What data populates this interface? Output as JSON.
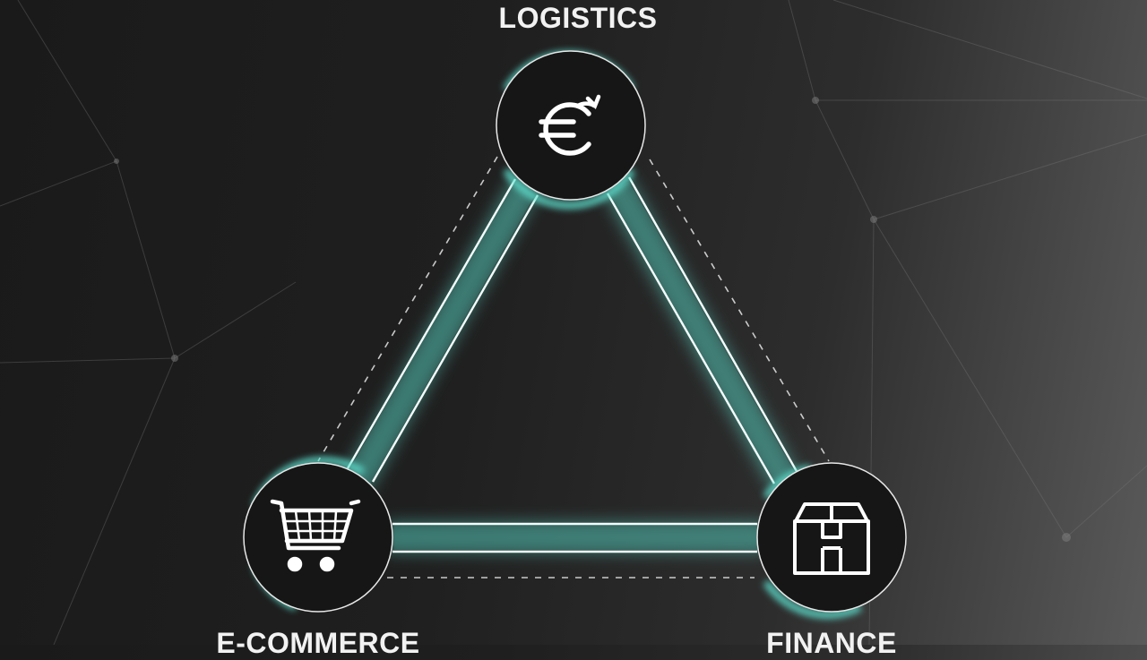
{
  "nodes": {
    "top": {
      "label": "LOGISTICS",
      "icon": "euro-refresh-icon"
    },
    "left": {
      "label": "E-COMMERCE",
      "icon": "shopping-cart-icon"
    },
    "right": {
      "label": "FINANCE",
      "icon": "package-box-icon"
    }
  },
  "colors": {
    "glow": "#5fe0cf",
    "line": "#f4fffd",
    "ring": "#e8e8e8",
    "node_fill": "#161616",
    "label": "#f2f2f2"
  }
}
